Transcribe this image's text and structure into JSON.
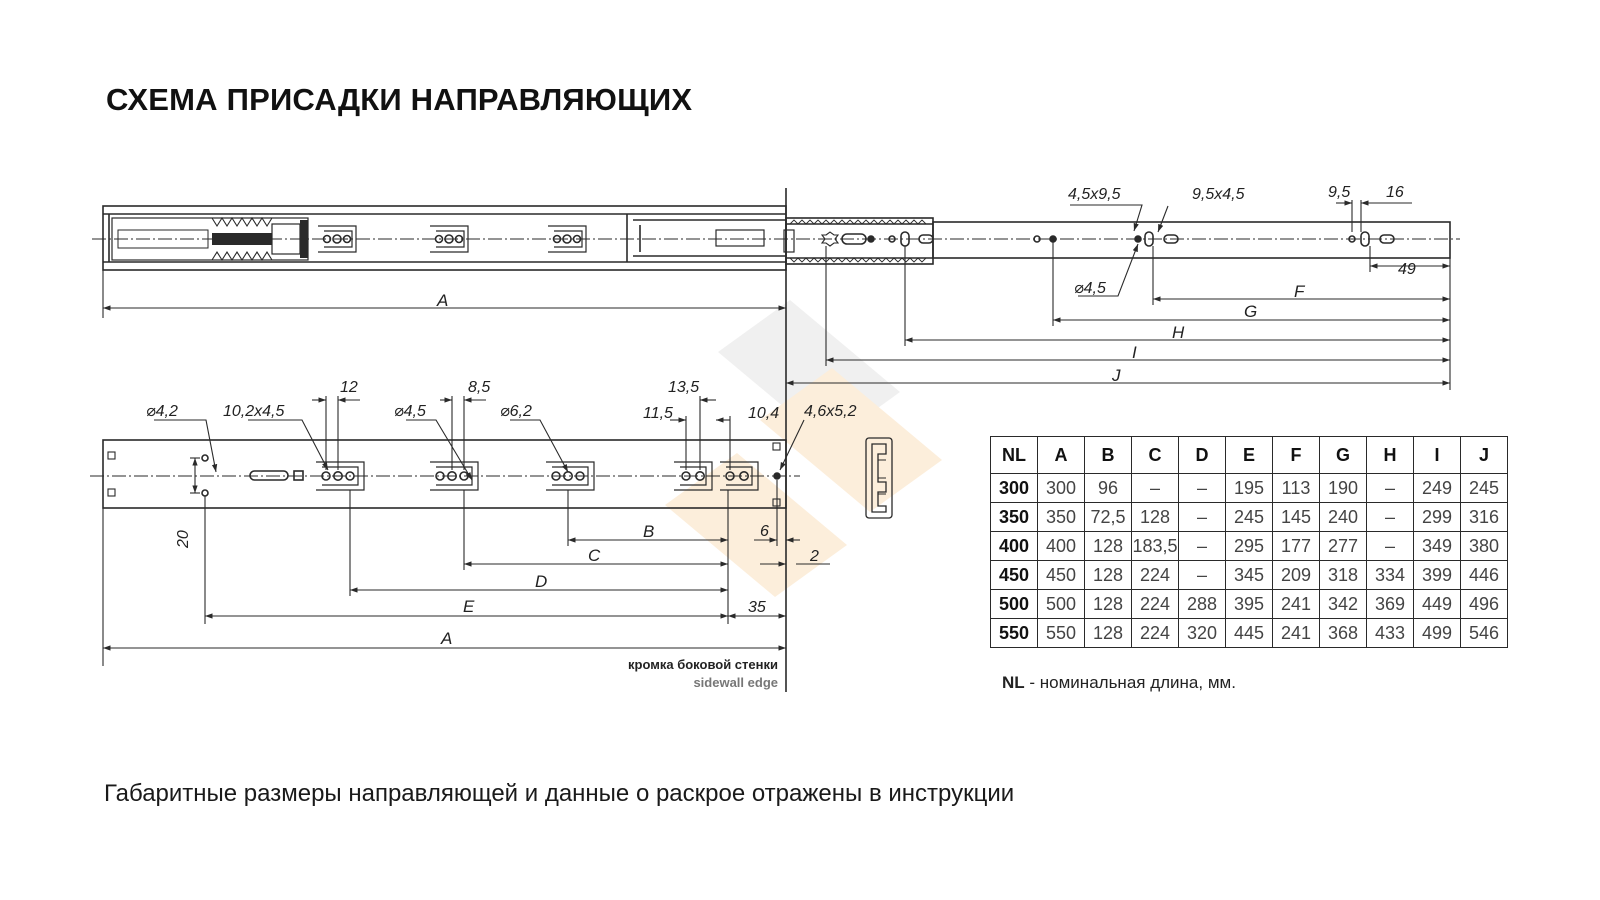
{
  "title": "СХЕМА ПРИСАДКИ НАПРАВЛЯЮЩИХ",
  "footer": "Габаритные размеры направляющей и данные о раскрое отражены в инструкции",
  "diagram": {
    "top_labels": {
      "slot_vertical": "4,5x9,5",
      "slot_horizontal": "9,5x4,5",
      "hole_dia": "⌀4,5",
      "spacing_a": "9,5",
      "spacing_b": "16",
      "end_offset": "49",
      "F": "F",
      "G": "G",
      "H": "H",
      "I": "I",
      "J": "J",
      "A": "A"
    },
    "bottom_labels": {
      "d42": "⌀4,2",
      "slot_10_2": "10,2x4,5",
      "d45": "⌀4,5",
      "d62": "⌀6,2",
      "w12": "12",
      "w85": "8,5",
      "w135": "13,5",
      "w115": "11,5",
      "w104": "10,4",
      "slot_4_6": "4,6x5,2",
      "v20": "20",
      "B": "B",
      "C": "C",
      "D": "D",
      "E": "E",
      "A": "A",
      "six": "6",
      "two": "2",
      "thirtyfive": "35"
    },
    "edge_label_ru": "кромка боковой стенки",
    "edge_label_en": "sidewall edge"
  },
  "table": {
    "headers": [
      "NL",
      "A",
      "B",
      "C",
      "D",
      "E",
      "F",
      "G",
      "H",
      "I",
      "J"
    ],
    "rows": [
      [
        "300",
        "300",
        "96",
        "–",
        "–",
        "195",
        "113",
        "190",
        "–",
        "249",
        "245"
      ],
      [
        "350",
        "350",
        "72,5",
        "128",
        "–",
        "245",
        "145",
        "240",
        "–",
        "299",
        "316"
      ],
      [
        "400",
        "400",
        "128",
        "183,5",
        "–",
        "295",
        "177",
        "277",
        "–",
        "349",
        "380"
      ],
      [
        "450",
        "450",
        "128",
        "224",
        "–",
        "345",
        "209",
        "318",
        "334",
        "399",
        "446"
      ],
      [
        "500",
        "500",
        "128",
        "224",
        "288",
        "395",
        "241",
        "342",
        "369",
        "449",
        "496"
      ],
      [
        "550",
        "550",
        "128",
        "224",
        "320",
        "445",
        "241",
        "368",
        "433",
        "499",
        "546"
      ]
    ]
  },
  "legend": {
    "key": "NL",
    "text": " - номинальная длина, мм."
  },
  "colors": {
    "line": "#2a2a2a",
    "watermark": "#f3b35e"
  }
}
